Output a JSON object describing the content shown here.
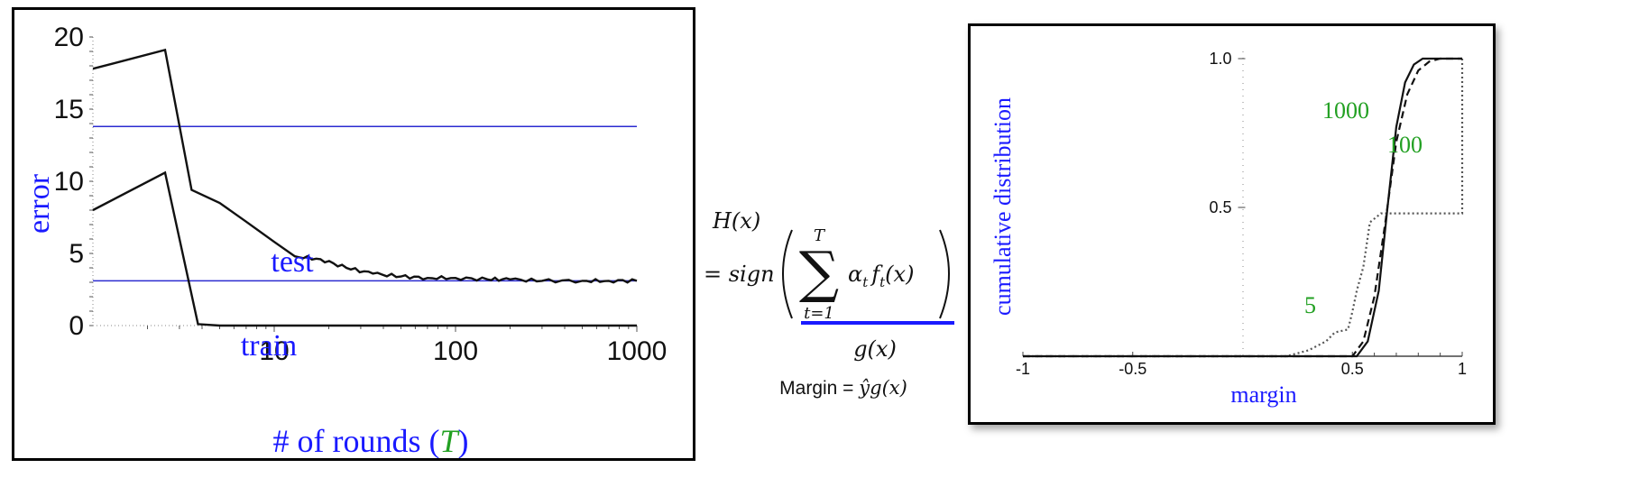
{
  "left_chart_text": {
    "ylabel": "error",
    "xlabel_prefix": "# of rounds (",
    "xlabel_var": "T",
    "xlabel_suffix": ")",
    "test_label": "test",
    "train_label": "train"
  },
  "right_chart_text": {
    "ylabel": "cumulative distribution",
    "xlabel": "margin",
    "label_1000": "1000",
    "label_100": "100",
    "label_5": "5"
  },
  "formula": {
    "H": "H(x)",
    "eq_sign": "= sign",
    "sum_top": "T",
    "sum_bottom": "t=1",
    "summand": "α",
    "summand_sub": "t",
    "f": "f",
    "f_sub": "t",
    "fx": "(x)",
    "g": "g(x)",
    "margin_text": "Margin = ",
    "margin_y": "ŷ",
    "margin_g": "g(x)"
  },
  "colors": {
    "blue": "#1a1aff",
    "green": "#22a022",
    "black": "#000000",
    "ref_line": "#2b2bd0"
  },
  "chart_data": [
    {
      "type": "line",
      "xscale": "log",
      "xlim": [
        1,
        1000
      ],
      "ylim": [
        0,
        20
      ],
      "xticks": [
        "10",
        "100",
        "1000"
      ],
      "yticks": [
        "0",
        "5",
        "10",
        "15",
        "20"
      ],
      "xlabel": "# of rounds (T)",
      "ylabel": "error",
      "series": [
        {
          "name": "test",
          "x": [
            1,
            2.5,
            3.5,
            5,
            7,
            10,
            13,
            18,
            25,
            35,
            50,
            70,
            100,
            150,
            200,
            300,
            500,
            700,
            1000
          ],
          "y": [
            17.8,
            19.1,
            9.4,
            8.5,
            7.2,
            5.8,
            4.8,
            4.6,
            4.0,
            3.6,
            3.4,
            3.3,
            3.3,
            3.2,
            3.2,
            3.1,
            3.1,
            3.1,
            3.1
          ]
        },
        {
          "name": "train",
          "x": [
            1,
            2.5,
            3.8,
            5,
            10,
            100,
            1000
          ],
          "y": [
            8.0,
            10.6,
            0.1,
            0.0,
            0.0,
            0.0,
            0.0
          ]
        }
      ],
      "reference_lines": [
        13.8,
        3.1
      ]
    },
    {
      "type": "line",
      "xlim": [
        -1,
        1
      ],
      "ylim": [
        0,
        1
      ],
      "xticks": [
        "-1",
        "-0.5",
        "0.5",
        "1"
      ],
      "yticks": [
        "0.5",
        "1.0"
      ],
      "xlabel": "margin",
      "ylabel": "cumulative distribution",
      "series": [
        {
          "name": "5",
          "style": "dotted",
          "x": [
            -1,
            0.2,
            0.3,
            0.38,
            0.42,
            0.48,
            0.5,
            0.52,
            0.55,
            0.58,
            0.63,
            0.66,
            0.75,
            0.78,
            1.0,
            1.0
          ],
          "y": [
            0,
            0,
            0.02,
            0.05,
            0.08,
            0.09,
            0.15,
            0.22,
            0.3,
            0.45,
            0.48,
            0.48,
            0.48,
            0.48,
            0.48,
            1.0
          ]
        },
        {
          "name": "100",
          "style": "dashed",
          "x": [
            -1,
            0.5,
            0.55,
            0.6,
            0.65,
            0.7,
            0.75,
            0.8,
            0.85,
            0.9,
            0.95,
            1.0
          ],
          "y": [
            0,
            0,
            0.05,
            0.2,
            0.45,
            0.72,
            0.88,
            0.96,
            0.99,
            1.0,
            1.0,
            1.0
          ]
        },
        {
          "name": "1000",
          "style": "solid",
          "x": [
            -1,
            0.52,
            0.57,
            0.62,
            0.66,
            0.7,
            0.74,
            0.78,
            0.82,
            0.86,
            0.9,
            1.0
          ],
          "y": [
            0,
            0,
            0.05,
            0.22,
            0.5,
            0.77,
            0.92,
            0.98,
            1.0,
            1.0,
            1.0,
            1.0
          ]
        }
      ]
    }
  ]
}
